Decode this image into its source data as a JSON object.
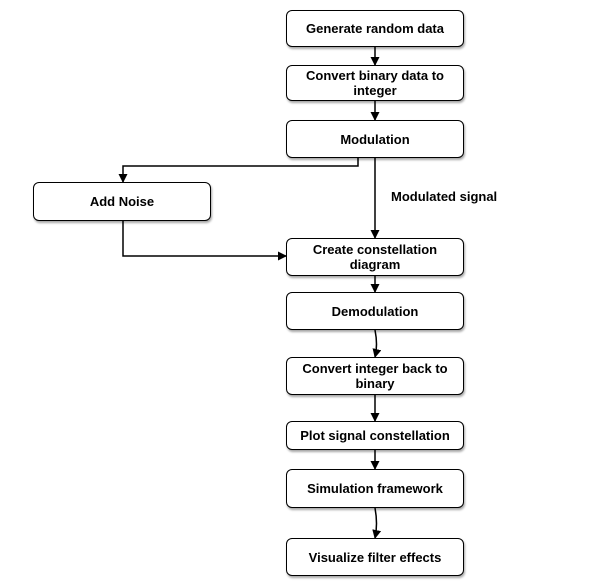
{
  "nodes": {
    "generate": "Generate random data",
    "convert_int": "Convert binary data to integer",
    "modulation": "Modulation",
    "add_noise": "Add Noise",
    "constellation": "Create constellation diagram",
    "demodulation": "Demodulation",
    "convert_bin": "Convert integer back to binary",
    "plot": "Plot signal constellation",
    "simulation": "Simulation framework",
    "visualize": "Visualize filter effects"
  },
  "edge_labels": {
    "modulated_signal": "Modulated signal"
  }
}
